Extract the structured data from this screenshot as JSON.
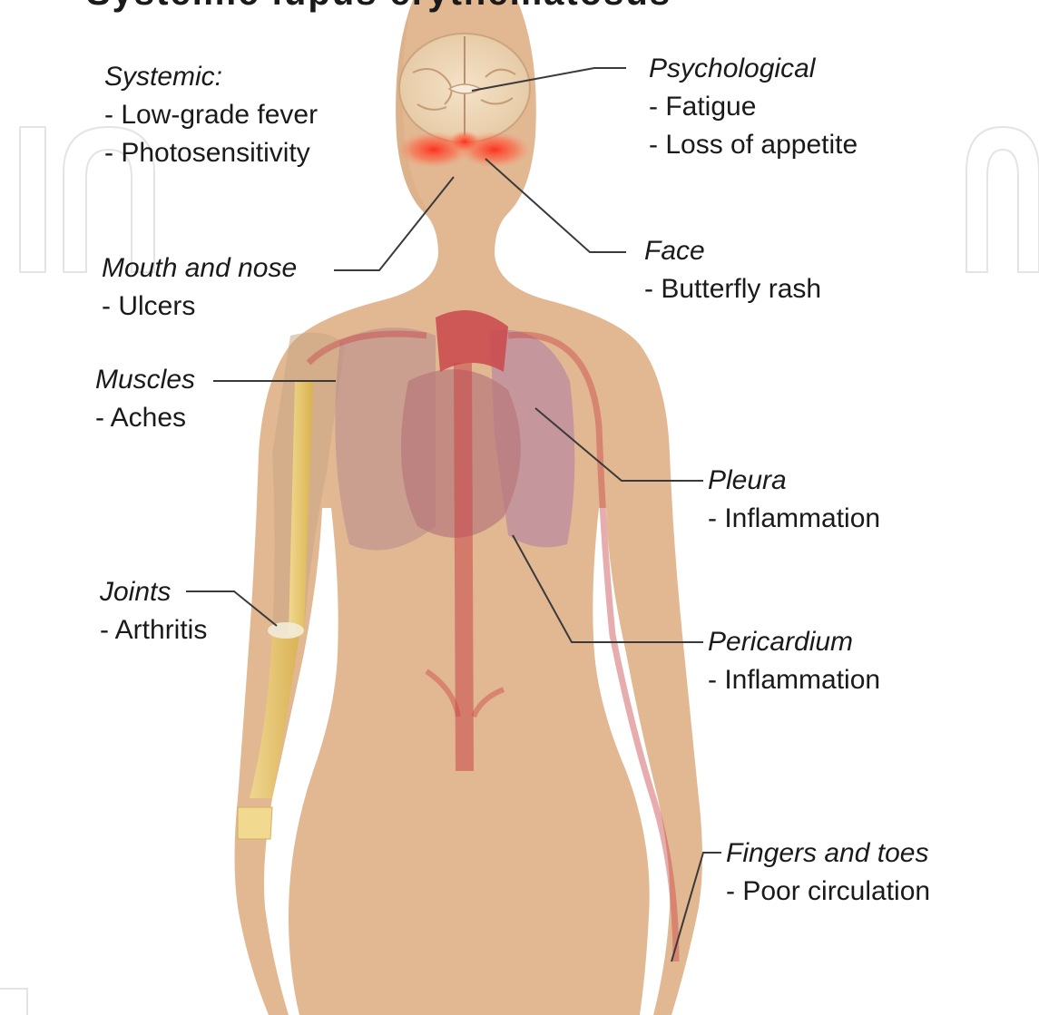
{
  "figure": {
    "title": "Systemic lupus erythematosus",
    "watermark_text": "IntechOpen"
  },
  "colors": {
    "skin": "#e2b893",
    "skin_shadow": "#d4a67d",
    "organ_red": "#c9474a",
    "lung": "#b98a92",
    "rash": "#ff3b30",
    "bone": "#e8c874",
    "leader": "#3a3a3a"
  },
  "labels": {
    "systemic": {
      "region": "Systemic:",
      "symptoms": [
        "- Low-grade fever",
        "- Photosensitivity"
      ]
    },
    "psychological": {
      "region": "Psychological",
      "symptoms": [
        "- Fatigue",
        "- Loss of appetite"
      ]
    },
    "mouth_nose": {
      "region": "Mouth and nose",
      "symptoms": [
        "- Ulcers"
      ]
    },
    "face": {
      "region": "Face",
      "symptoms": [
        "- Butterfly rash"
      ]
    },
    "muscles": {
      "region": "Muscles",
      "symptoms": [
        "- Aches"
      ]
    },
    "pleura": {
      "region": "Pleura",
      "symptoms": [
        "- Inflammation"
      ]
    },
    "joints": {
      "region": "Joints",
      "symptoms": [
        "- Arthritis"
      ]
    },
    "pericardium": {
      "region": "Pericardium",
      "symptoms": [
        "- Inflammation"
      ]
    },
    "fingers_toes": {
      "region": "Fingers and toes",
      "symptoms": [
        "- Poor circulation"
      ]
    }
  }
}
